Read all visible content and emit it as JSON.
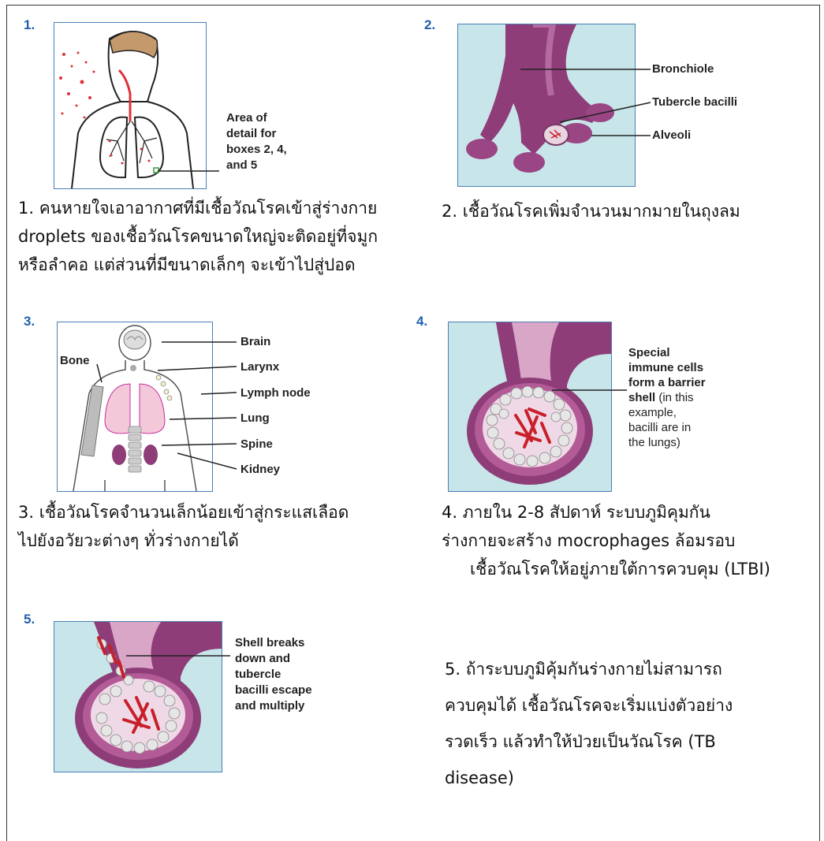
{
  "panels": {
    "p1": {
      "number": "1.",
      "callout": [
        "Area of",
        "detail for",
        "boxes 2, 4,",
        "and 5"
      ],
      "caption": [
        "1. คนหายใจเอาอากาศที่มีเชื้อวัณโรคเข้าสู่ร่างกาย",
        "droplets ของเชื้อวัณโรคขนาดใหญ่จะติดอยู่ที่จมูก",
        "หรือลำคอ แต่ส่วนที่มีขนาดเล็กๆ จะเข้าไปสู่ปอด"
      ]
    },
    "p2": {
      "number": "2.",
      "labels": [
        "Bronchiole",
        "Tubercle bacilli",
        "Alveoli"
      ],
      "caption": [
        "2. เชื้อวัณโรคเพิ่มจำนวนมากมายในถุงลม"
      ]
    },
    "p3": {
      "number": "3.",
      "labels": [
        "Brain",
        "Larynx",
        "Lymph node",
        "Lung",
        "Spine",
        "Kidney"
      ],
      "bone_label": "Bone",
      "caption": [
        "3. เชื้อวัณโรคจำนวนเล็กน้อยเข้าสู่กระแสเลือด",
        "ไปยังอวัยวะต่างๆ ทั่วร่างกายได้"
      ]
    },
    "p4": {
      "number": "4.",
      "callout_bold": [
        "Special",
        "immune cells",
        "form a barrier",
        "shell"
      ],
      "callout_plain_first": " (in this",
      "callout_plain": [
        "example,",
        "bacilli are in",
        "the lungs)"
      ],
      "caption": [
        "4. ภายใน 2-8 สัปดาห์ ระบบภูมิคุมกัน",
        "ร่างกายจะสร้าง mocrophages ล้อมรอบ",
        "เชื้อวัณโรคให้อยู่ภายใต้การควบคุม (LTBI)"
      ]
    },
    "p5": {
      "number": "5.",
      "callout": [
        "Shell breaks",
        "down and",
        "tubercle",
        "bacilli escape",
        "and multiply"
      ],
      "caption": [
        "5. ถ้าระบบภูมิคุ้มกันร่างกายไม่สามารถ",
        "ควบคุมได้ เชื้อวัณโรคจะเริ่มแบ่งตัวอย่าง",
        "รวดเร็ว แล้วทำให้ป่วยเป็นวัณโรค (TB",
        "disease)"
      ]
    }
  },
  "colors": {
    "number_blue": "#1f5fae",
    "frame_blue": "#4a7fb5",
    "alveolar_bg": "#c8e6ea",
    "tissue_purple": "#8e3d78",
    "tissue_light": "#d9a6c8",
    "bacilli_red": "#c8202a",
    "lung_pink": "#f3c9da"
  }
}
